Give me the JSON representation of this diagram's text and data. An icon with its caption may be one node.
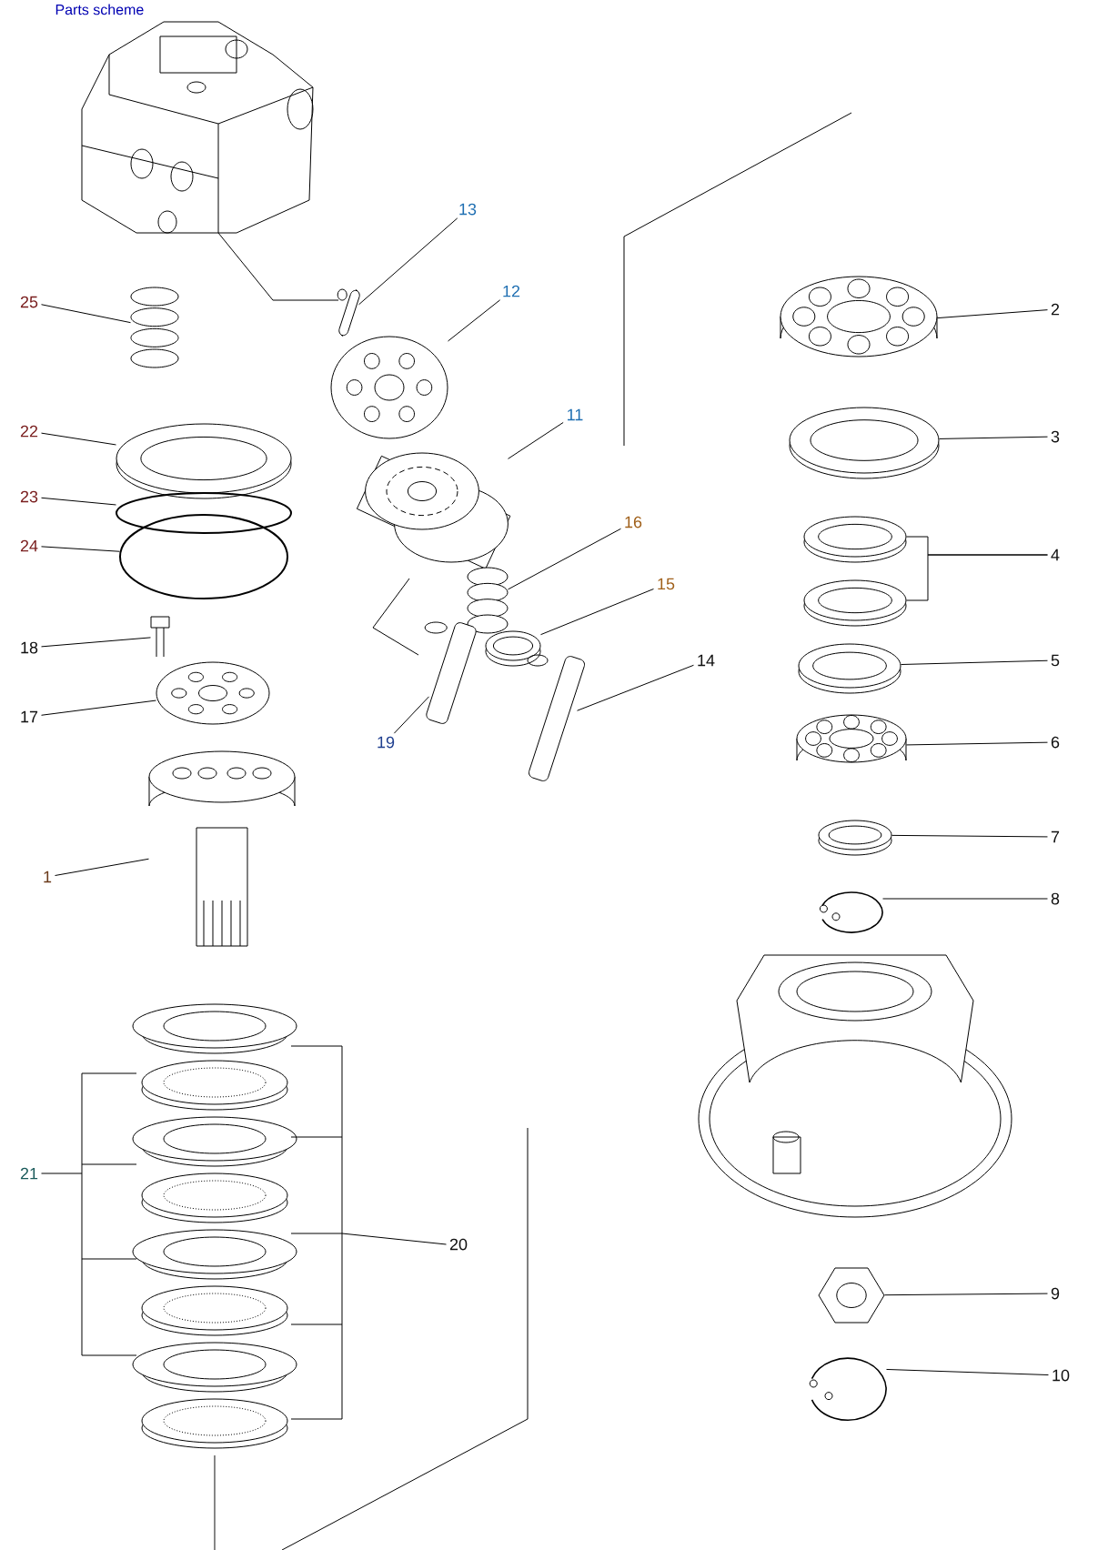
{
  "diagram": {
    "title": "Parts scheme",
    "nodes": [
      {
        "text": [
          "25"
        ]
      },
      {
        "text": [],
        "shape": "picture"
      },
      {
        "text": [
          "22"
        ]
      },
      {
        "text": [],
        "shape": "picture"
      },
      {
        "text": [
          "23"
        ]
      },
      {
        "text": [],
        "shape": "circle"
      },
      {
        "text": [
          "24"
        ]
      },
      {
        "text": [],
        "shape": "circle"
      },
      {
        "text": [
          "18"
        ]
      },
      {
        "text": [],
        "shape": "picture"
      },
      {
        "text": [
          "17"
        ]
      },
      {
        "text": [],
        "shape": "picture"
      },
      {
        "text": [
          "1"
        ]
      },
      {
        "text": [],
        "shape": "picture"
      },
      {
        "text": [
          "21"
        ]
      },
      {
        "text": [],
        "shape": "picture"
      },
      {
        "text": [
          "13"
        ]
      },
      {
        "text": [],
        "shape": "picture"
      },
      {
        "text": [
          "12"
        ]
      },
      {
        "text": [],
        "shape": "picture"
      },
      {
        "text": [
          "11"
        ]
      },
      {
        "text": [],
        "shape": "picture"
      },
      {
        "text": [
          "16"
        ]
      },
      {
        "text": [],
        "shape": "picture"
      },
      {
        "text": [
          "15"
        ]
      },
      {
        "text": [],
        "shape": "picture"
      },
      {
        "text": [
          "14"
        ]
      },
      {
        "text": [],
        "shape": "picture"
      },
      {
        "text": [
          "19"
        ]
      },
      {
        "text": [],
        "shape": "picture"
      },
      {
        "text": [
          "20"
        ]
      },
      {
        "text": [
          "2"
        ]
      },
      {
        "text": [],
        "shape": "picture"
      },
      {
        "text": [
          "3"
        ]
      },
      {
        "text": [],
        "shape": "picture"
      },
      {
        "text": [
          "4"
        ]
      },
      {
        "text": [],
        "shape": "picture"
      },
      {
        "text": [],
        "shape": "picture"
      },
      {
        "text": [
          "5"
        ]
      },
      {
        "text": [],
        "shape": "picture"
      },
      {
        "text": [
          "6"
        ]
      },
      {
        "text": [],
        "shape": "picture"
      },
      {
        "text": [
          "7"
        ]
      },
      {
        "text": [],
        "shape": "picture"
      },
      {
        "text": [
          "8"
        ]
      },
      {
        "text": [],
        "shape": "picture"
      },
      {
        "text": [
          "9"
        ]
      },
      {
        "text": [],
        "shape": "picture"
      },
      {
        "text": [
          "10"
        ]
      },
      {
        "text": [],
        "shape": "picture"
      }
    ],
    "edges": [
      {
        "from": 0,
        "to": 1,
        "arrow": "none"
      },
      {
        "from": 2,
        "to": 3,
        "arrow": "none"
      },
      {
        "from": 4,
        "to": 5,
        "arrow": "none"
      },
      {
        "from": 6,
        "to": 7,
        "arrow": "none"
      },
      {
        "from": 8,
        "to": 9,
        "arrow": "none"
      },
      {
        "from": 10,
        "to": 11,
        "arrow": "none"
      },
      {
        "from": 12,
        "to": 13,
        "arrow": "none"
      },
      {
        "from": 14,
        "to": 15,
        "arrow": "none"
      },
      {
        "from": 16,
        "to": 17,
        "arrow": "none"
      },
      {
        "from": 18,
        "to": 19,
        "arrow": "none"
      },
      {
        "from": 20,
        "to": 21,
        "arrow": "none"
      },
      {
        "from": 22,
        "to": 23,
        "arrow": "none"
      },
      {
        "from": 24,
        "to": 25,
        "arrow": "none"
      },
      {
        "from": 26,
        "to": 27,
        "arrow": "none"
      },
      {
        "from": 28,
        "to": 29,
        "arrow": "none"
      },
      {
        "from": 30,
        "to": 15,
        "arrow": "none"
      },
      {
        "from": 31,
        "to": 32,
        "arrow": "none"
      },
      {
        "from": 33,
        "to": 34,
        "arrow": "none"
      },
      {
        "from": 35,
        "to": 36,
        "arrow": "none"
      },
      {
        "from": 35,
        "to": 37,
        "arrow": "none"
      },
      {
        "from": 38,
        "to": 39,
        "arrow": "none"
      },
      {
        "from": 40,
        "to": 41,
        "arrow": "none"
      },
      {
        "from": 42,
        "to": 43,
        "arrow": "none"
      },
      {
        "from": 44,
        "to": 45,
        "arrow": "none"
      },
      {
        "from": 46,
        "to": 47,
        "arrow": "none"
      },
      {
        "from": 48,
        "to": 49,
        "arrow": "none"
      }
    ]
  }
}
